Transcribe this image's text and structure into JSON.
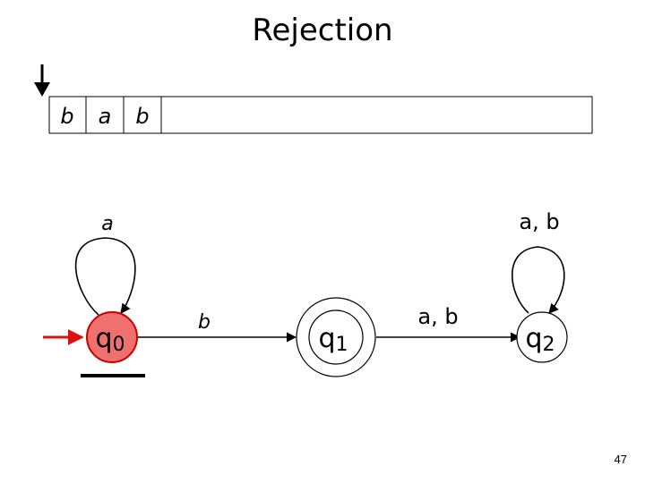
{
  "slide": {
    "title": "Rejection",
    "page_number": "47"
  },
  "tape": {
    "cells": [
      "b",
      "a",
      "b"
    ]
  },
  "states": [
    {
      "id": "q0",
      "name": "q",
      "subscript": "0",
      "active": true,
      "accepting": false,
      "initial": true
    },
    {
      "id": "q1",
      "name": "q",
      "subscript": "1",
      "active": false,
      "accepting": true,
      "initial": false
    },
    {
      "id": "q2",
      "name": "q",
      "subscript": "2",
      "active": false,
      "accepting": false,
      "initial": false
    }
  ],
  "transitions": {
    "q0_loop": "a",
    "q0_q1": "b",
    "q1_q2": "a, b",
    "q2_loop": "a, b"
  },
  "colors": {
    "active_fill": "#f07070",
    "active_stroke": "#cc0000",
    "initial_arrow": "#dd1111",
    "line": "#000000"
  }
}
